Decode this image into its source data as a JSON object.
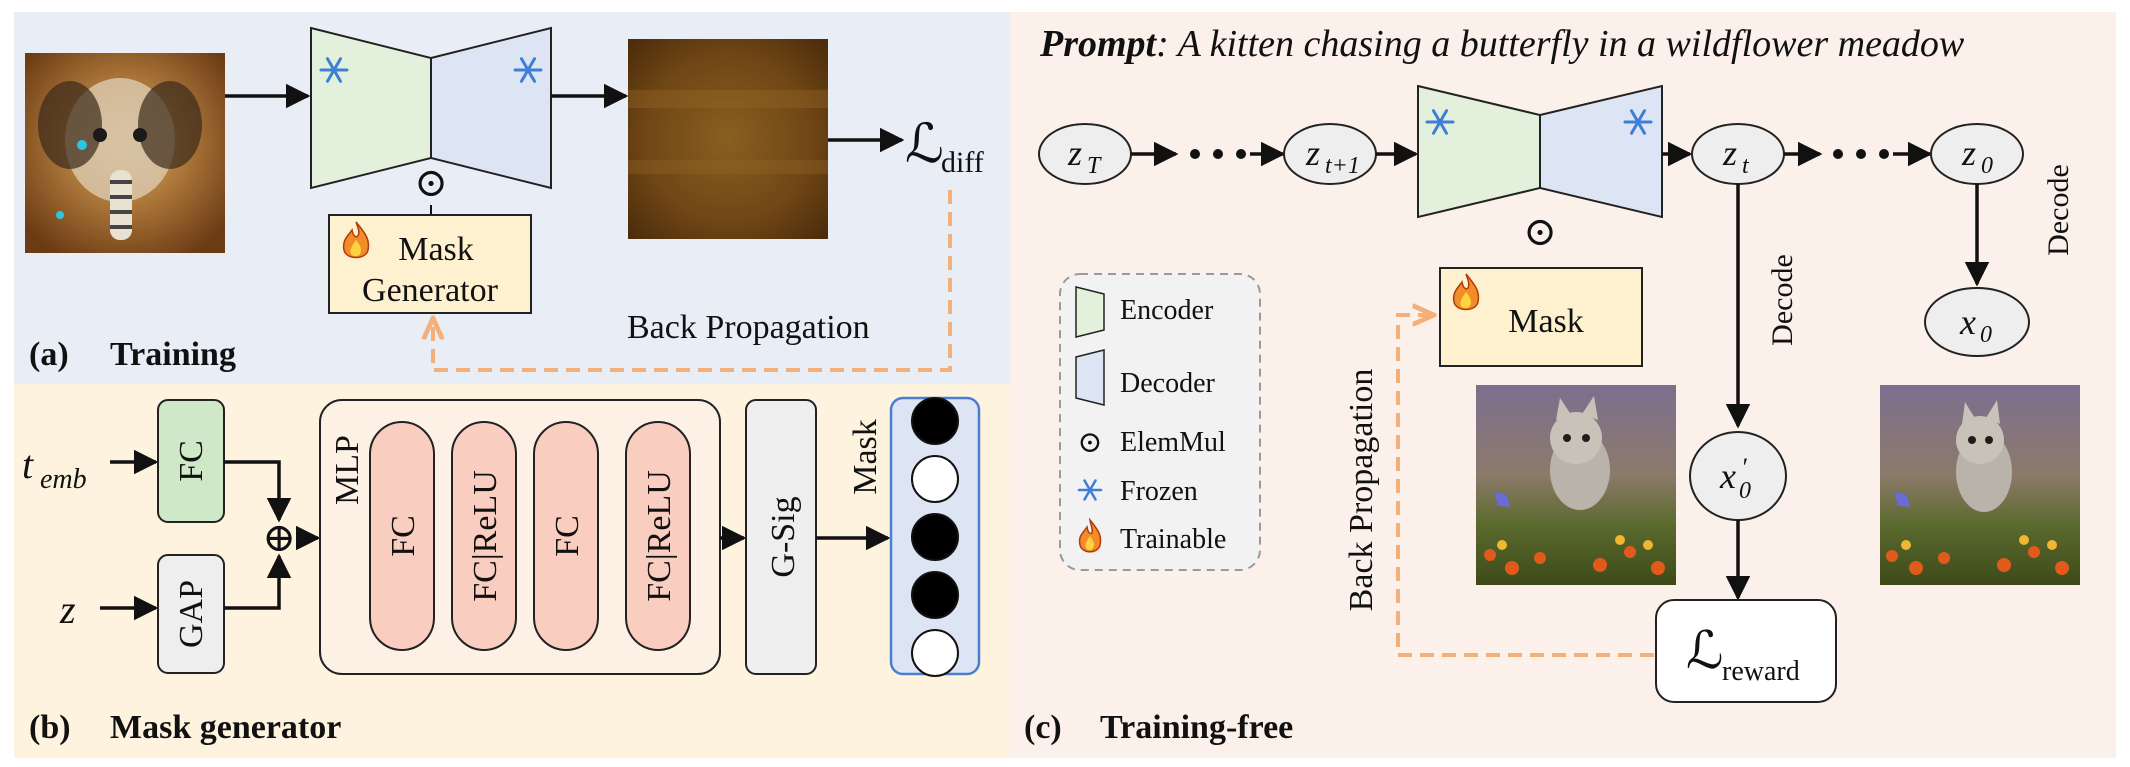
{
  "panel_a": {
    "caption_letter": "(a)",
    "caption_title": "Training",
    "mask_generator_label_line1": "Mask",
    "mask_generator_label_line2": "Generator",
    "loss_symbol": "ℒ",
    "loss_subscript": "diff",
    "backprop_label": "Back Propagation",
    "elemmul_symbol": "⊙"
  },
  "panel_b": {
    "caption_letter": "(b)",
    "caption_title": "Mask generator",
    "input_t": "t",
    "input_t_sub": "emb",
    "input_z": "z",
    "fc_label": "FC",
    "gap_label": "GAP",
    "add_symbol": "⊕",
    "mlp_label": "MLP",
    "mlp_layers": [
      "FC",
      "FC|ReLU",
      "FC",
      "FC|ReLU"
    ],
    "gsig_label": "G-Sig",
    "mask_label": "Mask",
    "mask_values": [
      1,
      0,
      1,
      1,
      0
    ]
  },
  "panel_c": {
    "caption_letter": "(c)",
    "caption_title": "Training-free",
    "prompt_label": "Prompt",
    "prompt_text": ": A kitten chasing a butterfly in a wildflower meadow",
    "node_zT": "z",
    "node_zT_sub": "T",
    "node_zt1": "z",
    "node_zt1_sub": "t+1",
    "node_zt": "z",
    "node_zt_sub": "t",
    "node_z0": "z",
    "node_z0_sub": "0",
    "node_x0": "x",
    "node_x0_sub": "0",
    "node_x0p": "x",
    "node_x0p_sup": "′",
    "node_x0p_sub": "0",
    "mask_label": "Mask",
    "elemmul_symbol": "⊙",
    "decode_label_1": "Decode",
    "decode_label_2": "Decode",
    "backprop_label": "Back Propagation",
    "reward_symbol": "ℒ",
    "reward_subscript": "reward"
  },
  "legend": {
    "items": [
      {
        "icon": "encoder-icon",
        "label": "Encoder"
      },
      {
        "icon": "decoder-icon",
        "label": "Decoder"
      },
      {
        "icon": "elemmul-icon",
        "label": "ElemMul"
      },
      {
        "icon": "snowflake-icon",
        "label": "Frozen"
      },
      {
        "icon": "flame-icon",
        "label": "Trainable"
      }
    ]
  },
  "colors": {
    "panel_a_bg": "#e9eef6",
    "panel_b_bg": "#fdf3de",
    "panel_c_bg": "#fbf1ea",
    "encoder_fill": "#e3f1dc",
    "decoder_fill": "#dde4f3",
    "mask_fill": "#fdf1cf",
    "fc_green": "#cfe8c8",
    "mlp_pink": "#f9cdbf",
    "backprop_orange": "#f3b07b",
    "snowflake_blue": "#3d7fd6"
  }
}
